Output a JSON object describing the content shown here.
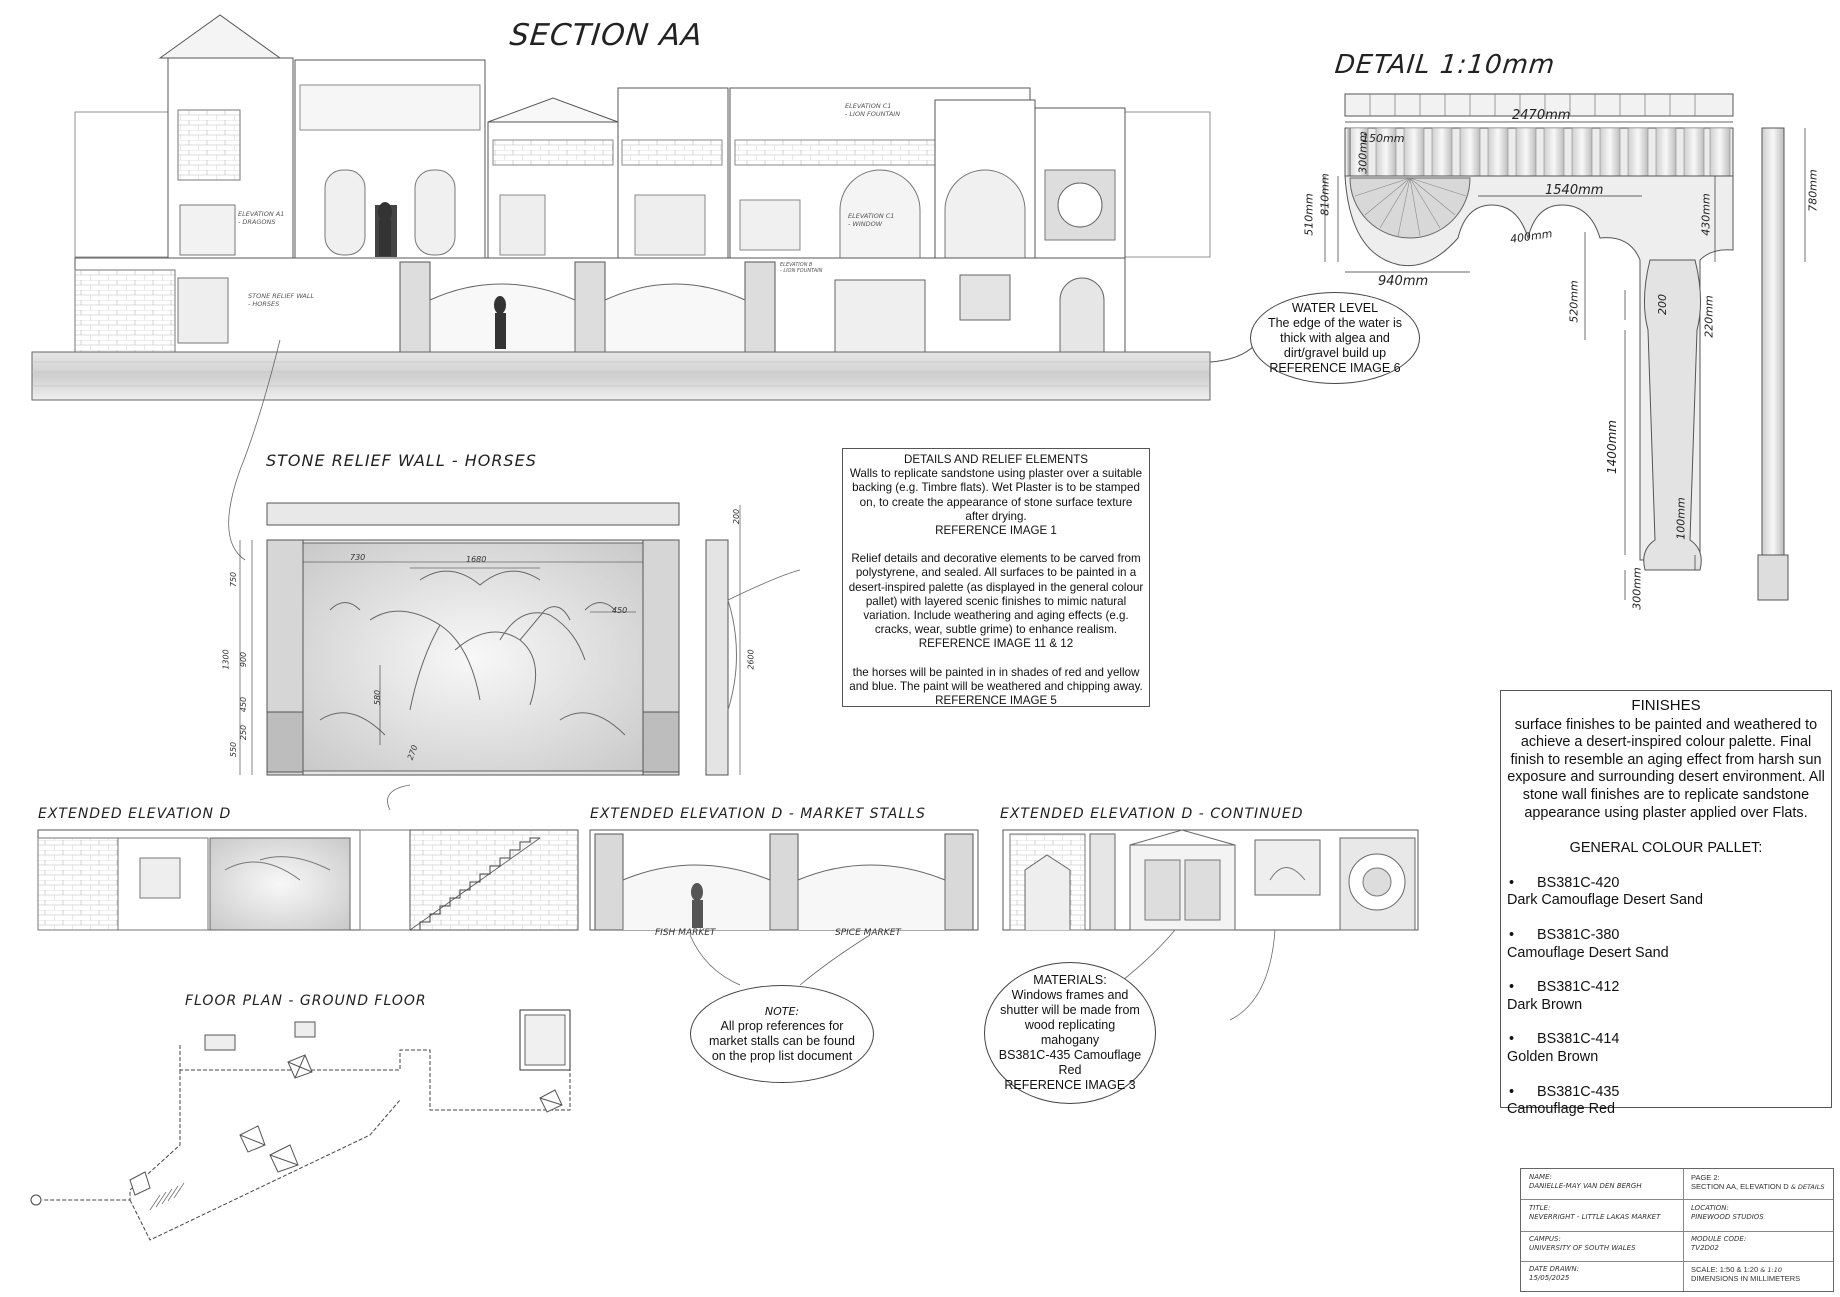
{
  "section_aa": {
    "title": "SECTION AA",
    "labels": {
      "elev_a": "ELEVATION A1\n- DRAGONS",
      "stone_relief": "STONE RELIEF WALL\n- HORSES",
      "elev_c_lion": "ELEVATION C1\n- LION FOUNTAIN",
      "elev_c_window": "ELEVATION C1\n- WINDOW",
      "elev_b": "ELEVATION B\n- LION FOUNTAIN"
    }
  },
  "detail": {
    "title": "DETAIL 1:10mm",
    "dims": {
      "width": "2470mm",
      "d300": "300mm",
      "d150": "150mm",
      "d510": "510mm",
      "d810": "810mm",
      "d940": "940mm",
      "d1540": "1540mm",
      "d400": "400mm",
      "d430": "430mm",
      "d780": "780mm",
      "d520": "520mm",
      "d200": "200",
      "d220": "220mm",
      "d1400": "1400mm",
      "d100": "100mm",
      "d300b": "300mm"
    }
  },
  "water_level": {
    "title": "WATER LEVEL",
    "lines": [
      "The edge of the water is",
      "thick with algea and",
      "dirt/gravel build up",
      "REFERENCE IMAGE 6"
    ]
  },
  "stone_relief": {
    "title": "STONE RELIEF WALL - HORSES",
    "dims": {
      "d730": "730",
      "d1680": "1680",
      "d450": "450",
      "d750": "750",
      "d1300": "1300",
      "d900": "900",
      "d2600": "2600",
      "d200": "200",
      "d580": "580",
      "d270": "270",
      "d450b": "450",
      "d250": "250",
      "d550": "550"
    }
  },
  "details_box": {
    "heading": "DETAILS AND RELIEF ELEMENTS",
    "para1": "Walls to replicate sandstone using plaster over a suitable backing (e.g. Timbre flats). Wet Plaster is to be stamped on, to create the appearance of stone surface texture after drying.",
    "ref1": "REFERENCE IMAGE 1",
    "para2": "Relief details and decorative elements to be carved from polystyrene, and sealed. All surfaces to be painted in a desert-inspired palette (as displayed in the general colour pallet) with layered scenic finishes to mimic natural variation. Include weathering and aging effects (e.g. cracks, wear, subtle grime) to enhance realism.",
    "ref2": "REFERENCE IMAGE 11 & 12",
    "para3": "the horses will be painted in in shades of red and yellow and blue. The paint will be weathered and chipping away.",
    "ref3": "REFERENCE IMAGE 5"
  },
  "elevations": {
    "ext_d": "EXTENDED ELEVATION D",
    "ext_d_market": "EXTENDED ELEVATION D - MARKET STALLS",
    "ext_d_cont": "EXTENDED ELEVATION D - CONTINUED",
    "fish_market": "FISH MARKET",
    "spice_market": "SPICE MARKET"
  },
  "floor_plan": {
    "title": "FLOOR PLAN - GROUND FLOOR"
  },
  "note_bubble": {
    "title": "NOTE:",
    "lines": [
      "All prop references for",
      "market stalls can be found",
      "on the prop list document"
    ]
  },
  "materials_bubble": {
    "title": "MATERIALS:",
    "lines": [
      "Windows frames and",
      "shutter will be made from",
      "wood replicating",
      "mahogany",
      "BS381C-435 Camouflage",
      "Red",
      "REFERENCE IMAGE 3"
    ]
  },
  "finishes": {
    "heading": "FINISHES",
    "text": "surface finishes to be painted and weathered to achieve a desert-inspired colour palette. Final finish to resemble an aging effect from harsh sun exposure and surrounding desert environment. All stone wall finishes are to replicate sandstone appearance using plaster applied over Flats.",
    "pallet_heading": "GENERAL COLOUR PALLET:",
    "colours": [
      {
        "code": "BS381C-420",
        "name": "Dark Camouflage Desert Sand"
      },
      {
        "code": "BS381C-380",
        "name": "Camouflage Desert Sand"
      },
      {
        "code": "BS381C-412",
        "name": "Dark Brown"
      },
      {
        "code": "BS381C-414",
        "name": "Golden Brown"
      },
      {
        "code": "BS381C-435",
        "name": "Camouflage Red"
      }
    ]
  },
  "title_block": {
    "name_label": "NAME:",
    "name_value": "DANIELLE-MAY VAN DEN BERGH",
    "page_label": "PAGE 2:",
    "page_value": "SECTION AA, ELEVATION D",
    "page_extra": "& DETAILS",
    "title_label": "TITLE:",
    "title_value": "NEVERRIGHT - LITTLE LAKAS MARKET",
    "location_label": "LOCATION:",
    "location_value": "PINEWOOD STUDIOS",
    "campus_label": "CAMPUS:",
    "campus_value": "UNIVERSITY OF SOUTH WALES",
    "module_label": "MODULE CODE:",
    "module_value": "TV2D02",
    "date_label": "DATE DRAWN:",
    "date_value": "15/05/2025",
    "scale_value": "SCALE: 1:50 & 1:20",
    "scale_extra": "& 1:10",
    "dims_value": "DIMENSIONS IN MILLIMETERS"
  }
}
